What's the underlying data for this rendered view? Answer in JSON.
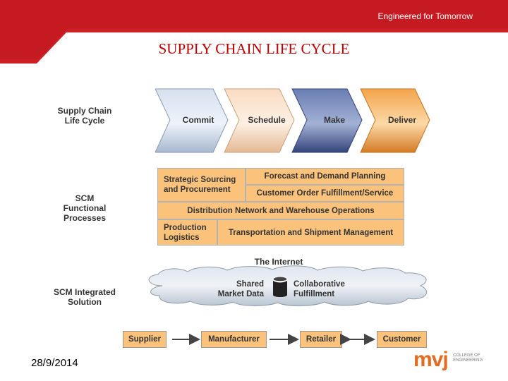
{
  "header": {
    "tagline": "Engineered for Tomorrow",
    "title": "SUPPLY CHAIN LIFE CYCLE",
    "colors": {
      "banner_red": "#cc1f26",
      "title_red": "#c00000"
    }
  },
  "diagram": {
    "rows": {
      "life_cycle": "Supply Chain Life Cycle",
      "functional": "SCM Functional Processes",
      "integrated": "SCM Integrated Solution"
    },
    "stages": [
      "Commit",
      "Schedule",
      "Make",
      "Deliver"
    ],
    "processes": {
      "strategic": "Strategic Sourcing and Procurement",
      "forecast": "Forecast and Demand Planning",
      "customer_order": "Customer Order Fulfillment/Service",
      "distribution": "Distribution Network and Warehouse Operations",
      "production": "Production Logistics",
      "transportation": "Transportation and Shipment Management"
    },
    "internet": {
      "label": "The Internet",
      "shared": "Shared Market Data",
      "collaborative": "Collaborative Fulfillment"
    },
    "chain": [
      "Supplier",
      "Manufacturer",
      "Retailer",
      "Customer"
    ]
  },
  "footer": {
    "date": "28/9/2014",
    "logo_mark": "mvj",
    "logo_line1": "COLLEGE OF",
    "logo_line2": "ENGINEERING"
  }
}
